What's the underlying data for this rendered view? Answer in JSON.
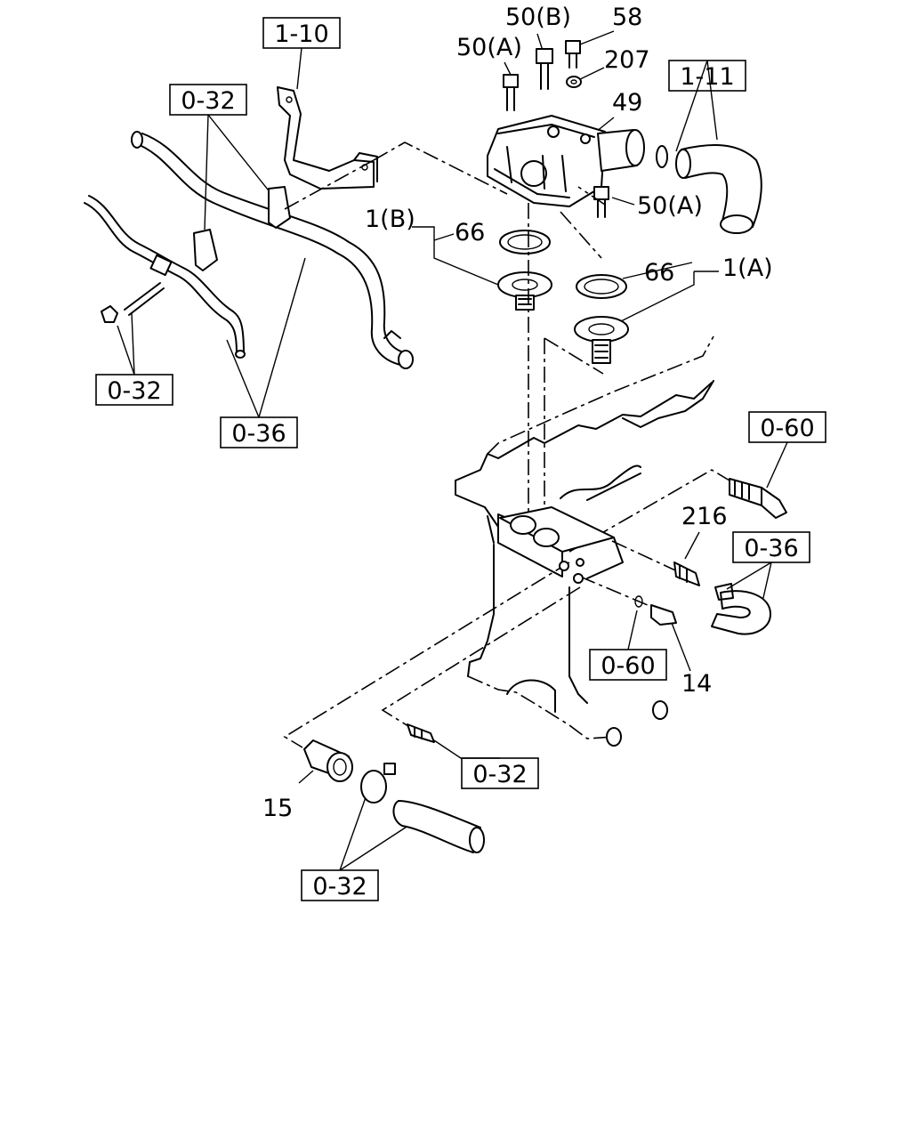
{
  "diagram": {
    "refs": {
      "r1": "1-10",
      "r2": "0-32",
      "r3": "1-11",
      "r4": "0-32",
      "r5": "0-36",
      "r6": "0-60",
      "r7": "0-36",
      "r8": "0-60",
      "r9": "0-32",
      "r10": "0-32"
    },
    "parts": {
      "p50b": "50(B)",
      "p58": "58",
      "p50a_top": "50(A)",
      "p207": "207",
      "p49": "49",
      "p50a_side": "50(A)",
      "p1b": "1(B)",
      "p66_left": "66",
      "p66_right": "66",
      "p1a": "1(A)",
      "p216": "216",
      "p14": "14",
      "p15": "15"
    }
  }
}
